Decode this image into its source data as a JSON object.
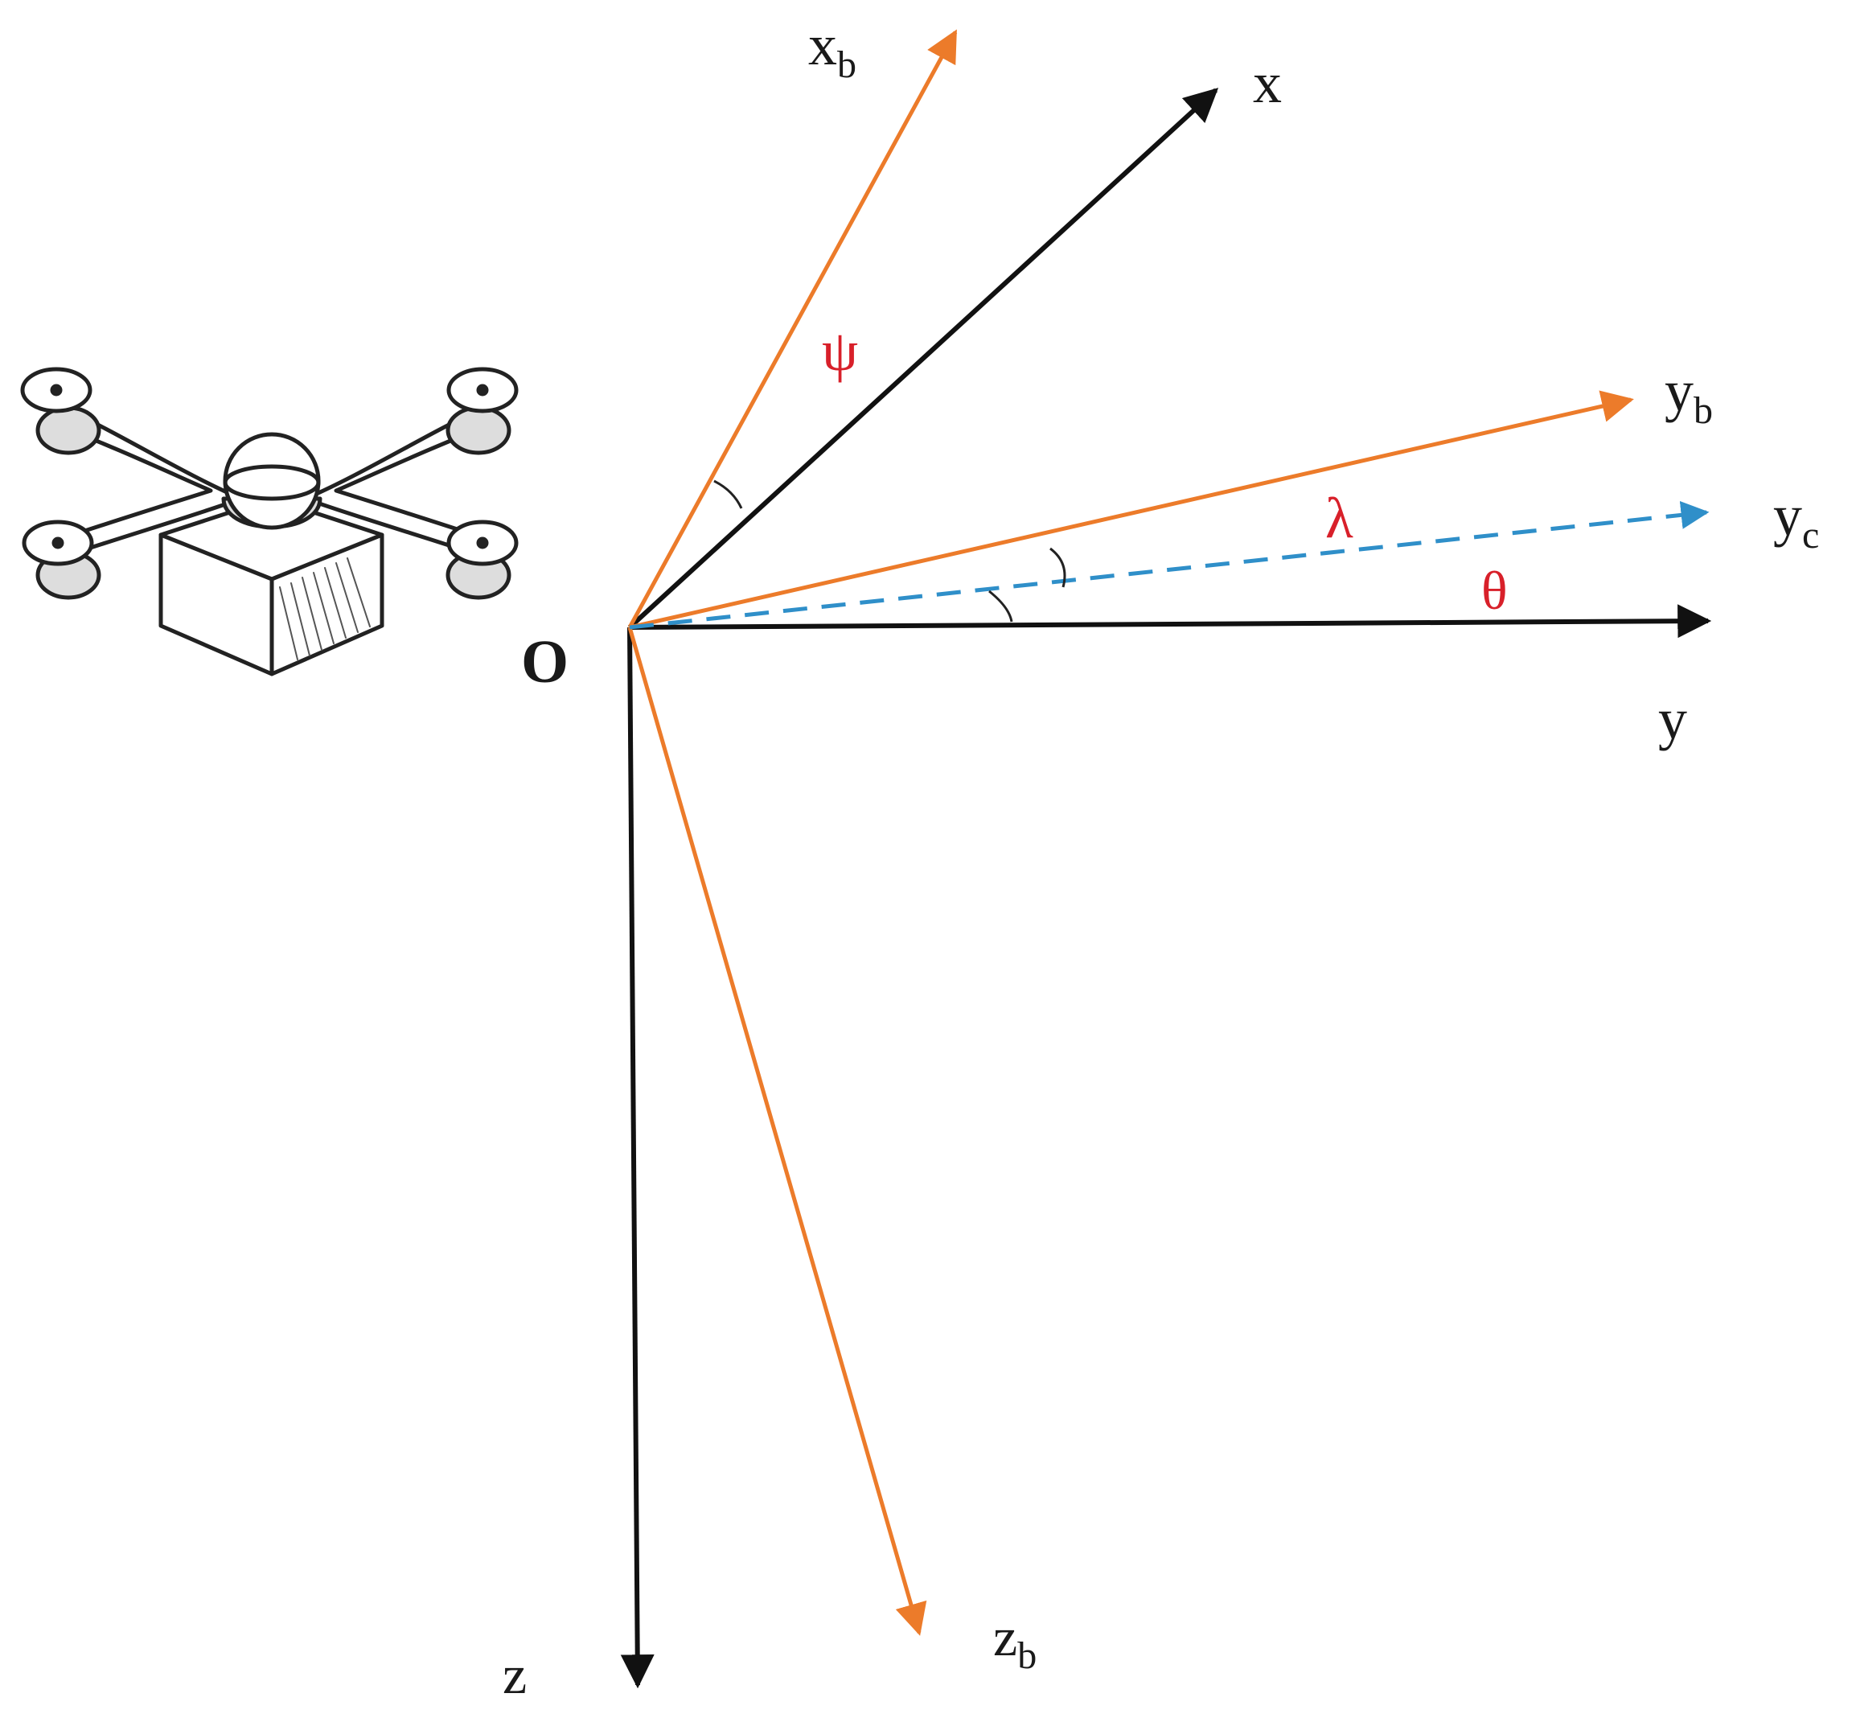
{
  "colors": {
    "inertial_axis": "#111111",
    "body_axis": "#ec7b2a",
    "camera_axis": "#2f8fc9",
    "angle_label": "#d8202a"
  },
  "labels": {
    "origin": "O",
    "x": {
      "base": "x",
      "sub": ""
    },
    "y": {
      "base": "y",
      "sub": ""
    },
    "z": {
      "base": "z",
      "sub": ""
    },
    "xb": {
      "base": "x",
      "sub": "b"
    },
    "yb": {
      "base": "y",
      "sub": "b"
    },
    "zb": {
      "base": "z",
      "sub": "b"
    },
    "yc": {
      "base": "y",
      "sub": "c"
    }
  },
  "angles": {
    "psi": "ψ",
    "lambda": "λ",
    "theta": "θ"
  },
  "icons": {
    "drone": "quadcopter-drone-icon"
  }
}
